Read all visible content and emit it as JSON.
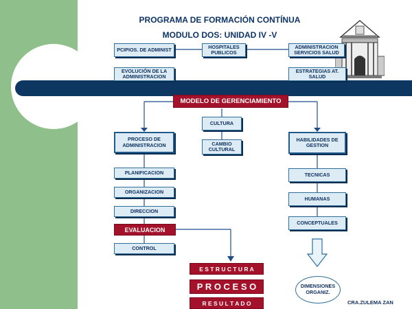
{
  "header": {
    "title": "PROGRAMA DE FORMACIÓN CONTÍNUA",
    "subtitle": "MODULO DOS: UNIDAD IV -V"
  },
  "top_boxes": {
    "pcipios": "PCIPIOS. DE ADMINIST",
    "hospitales": "HOSPITALES PUBLICOS",
    "admin_servicios": "ADMINISTRACION SERVICIOS SALUD",
    "evolucion": "EVOLUCIÓN DE LA ADMINISTRACION",
    "estrategias": "ESTRATEGIAS AT. SALUD"
  },
  "center": {
    "modelo": "MODELO DE GERENCIAMIENTO",
    "cultura": "CULTURA",
    "cambio": "CAMBIO CULTURAL"
  },
  "left_column": {
    "proceso_admin": "PROCESO DE ADMINISTRACION",
    "items": [
      "PLANIFICACION",
      "ORGANIZACION",
      "DIRECCION"
    ],
    "evaluacion": "EVALUACION",
    "control": "CONTROL"
  },
  "right_column": {
    "habilidades": "HABILIDADES DE GESTION",
    "items": [
      "TECNICAS",
      "HUMANAS",
      "CONCEPTUALES"
    ],
    "dimensiones": "DIMENSIONES ORGANIZ."
  },
  "bottom": {
    "estructura": "E S T R U C T U R A",
    "proceso": "P R O C E S O",
    "resultado": "R E S U L T A D O"
  },
  "credit": "CRA.ZULEMA ZAN",
  "colors": {
    "navy": "#0d3761",
    "green": "#8fbf8a",
    "red": "#a3122a",
    "box_fill": "#dcebf4"
  }
}
